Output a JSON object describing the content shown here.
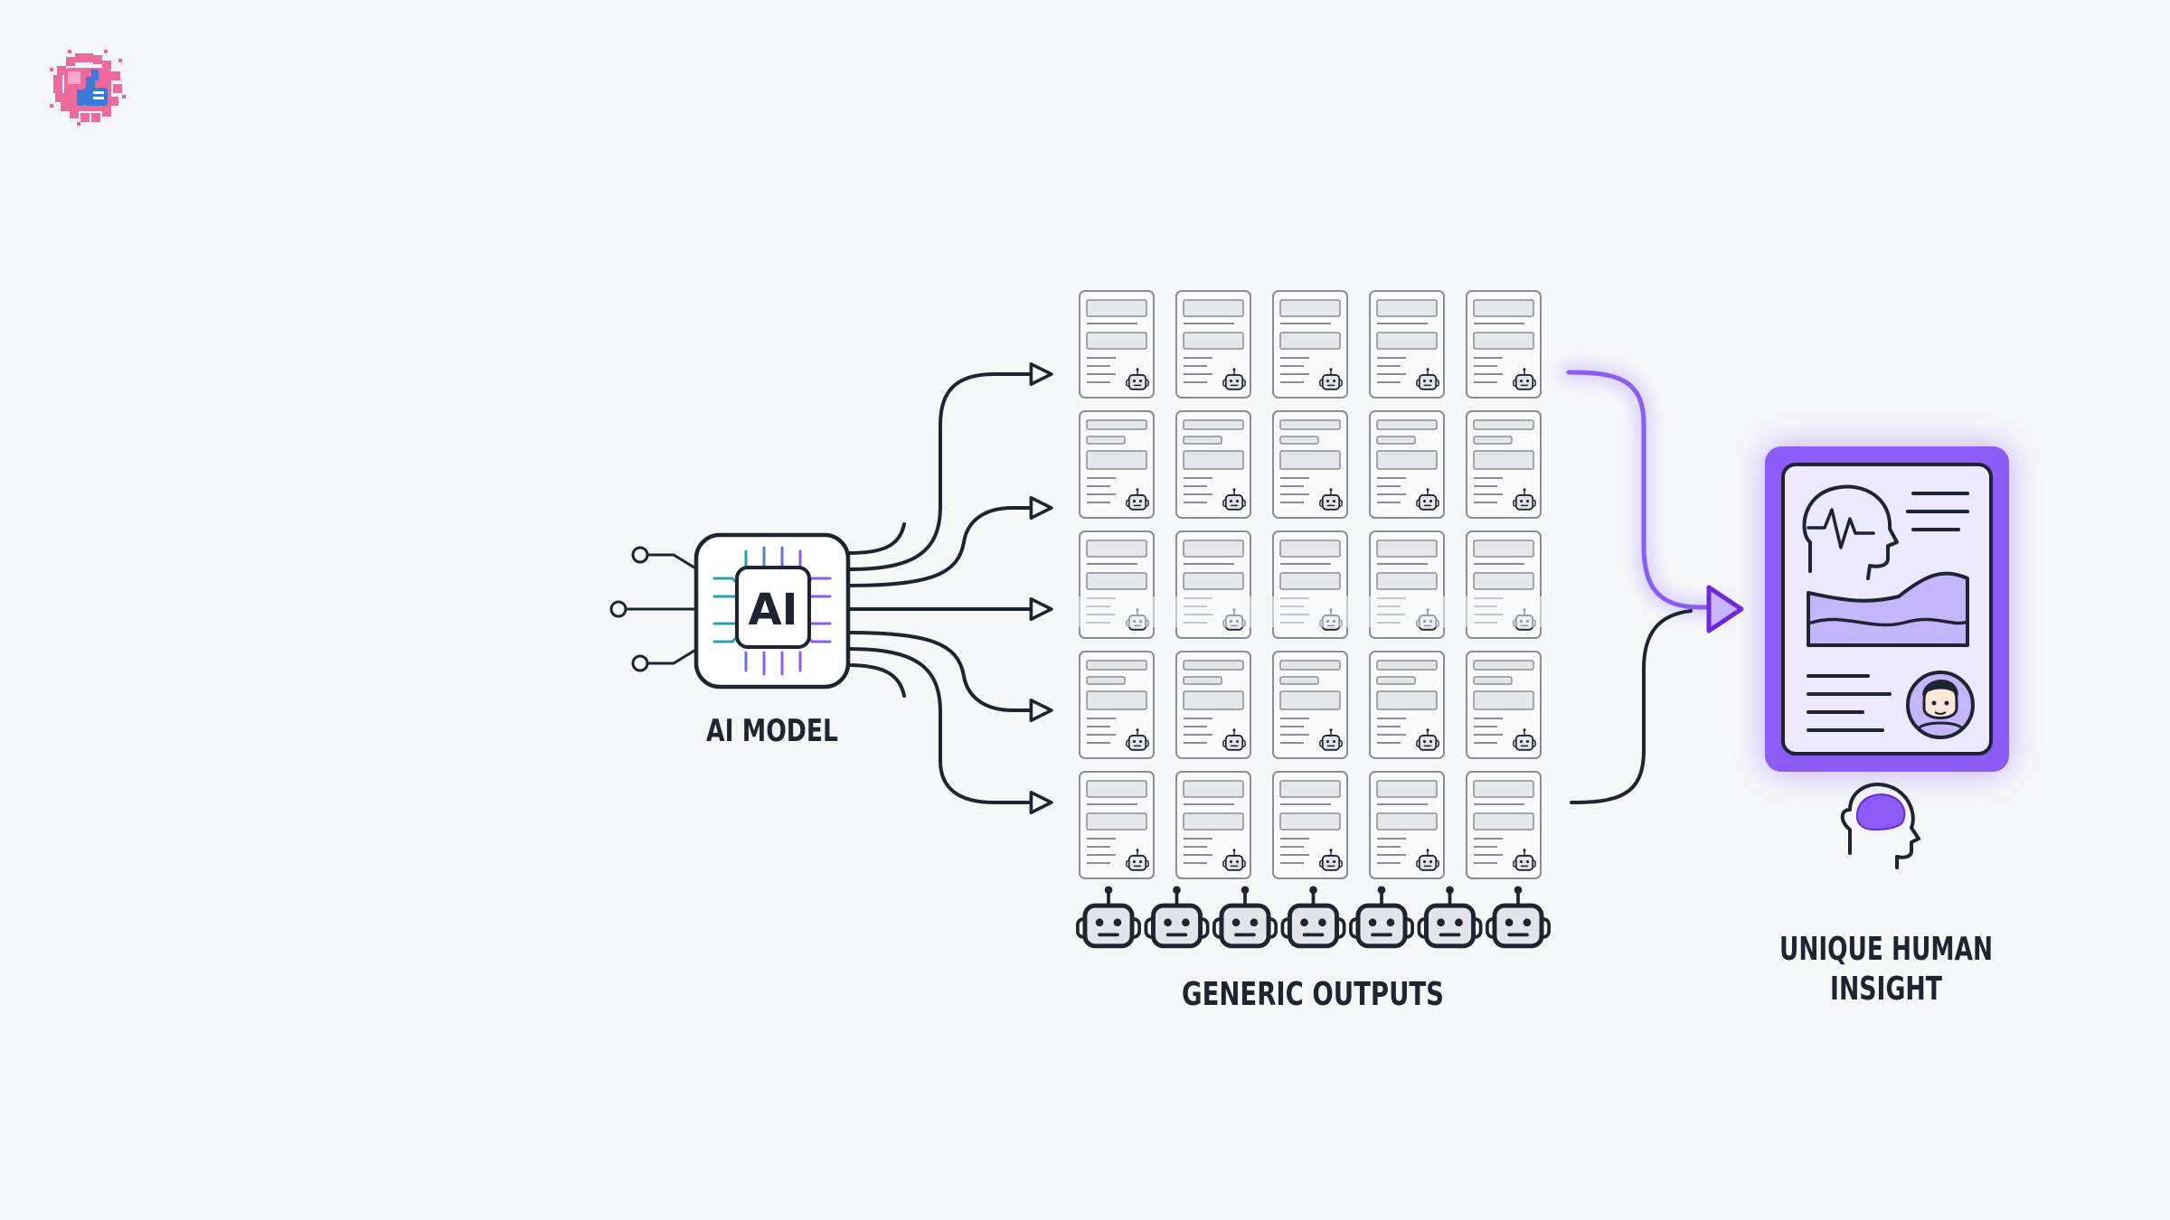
{
  "diagram": {
    "nodes": {
      "ai_model": {
        "chip_text": "AI",
        "label": "AI MODEL"
      },
      "generic_outputs": {
        "label": "GENERIC OUTPUTS",
        "rows": 5,
        "cols": 5,
        "robot_count": 7
      },
      "human_insight": {
        "label_line1": "UNIQUE HUMAN",
        "label_line2": "INSIGHT"
      }
    },
    "colors": {
      "ink": "#1f2433",
      "accent": "#8b5cf6",
      "accent_light": "#c4b5fd",
      "doc_fill": "#e6e7ea",
      "teal": "#2a9fb0",
      "logo_pink": "#f06a9e",
      "logo_blue": "#3a7bd5"
    },
    "icons": [
      "logo-icon",
      "ai-chip-icon",
      "document-icon",
      "robot-icon",
      "human-head-icon",
      "brain-icon",
      "avatar-icon"
    ]
  }
}
